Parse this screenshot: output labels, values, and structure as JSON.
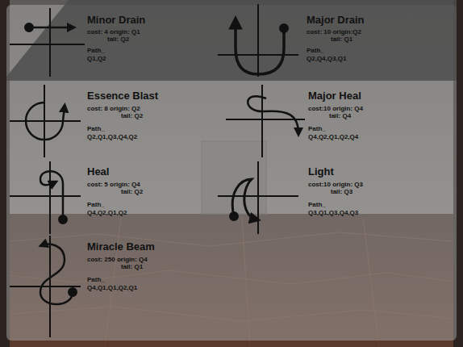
{
  "diagram": {
    "nodes": [
      {
        "text": [
          "Minor Drain",
          "cost: 4 origin: Q1",
          "tail: Q2",
          "Path_ Q1,Q2"
        ]
      },
      {
        "text": [
          "Major Drain",
          "cost: 10 origin:Q2",
          "tail: Q1",
          "Path_ Q2,Q4,Q3,Q1"
        ]
      },
      {
        "text": [
          "Essence Blast",
          "cost: 8 origin: Q2",
          "tail: Q2",
          "Path_ Q2,Q1,Q3,Q4,Q2"
        ]
      },
      {
        "text": [
          "Major Heal",
          "cost:10 origin: Q4",
          "tail: Q4",
          "Path_ Q4,Q2,Q1,Q2,Q4"
        ]
      },
      {
        "text": [
          "Heal",
          "cost: 5 origin: Q4",
          "tail: Q2",
          "Path_ Q4,Q2,Q1,Q2"
        ]
      },
      {
        "text": [
          "Light",
          "cost:10 origin: Q3",
          "tail: Q3",
          "Path_ Q3,Q1,Q3,Q4,Q3"
        ]
      },
      {
        "text": [
          "Miracle Beam",
          "cost: 250 origin: Q4",
          "tail: Q1",
          "Path_ Q4,Q1,Q1,Q2,Q1"
        ]
      }
    ]
  }
}
